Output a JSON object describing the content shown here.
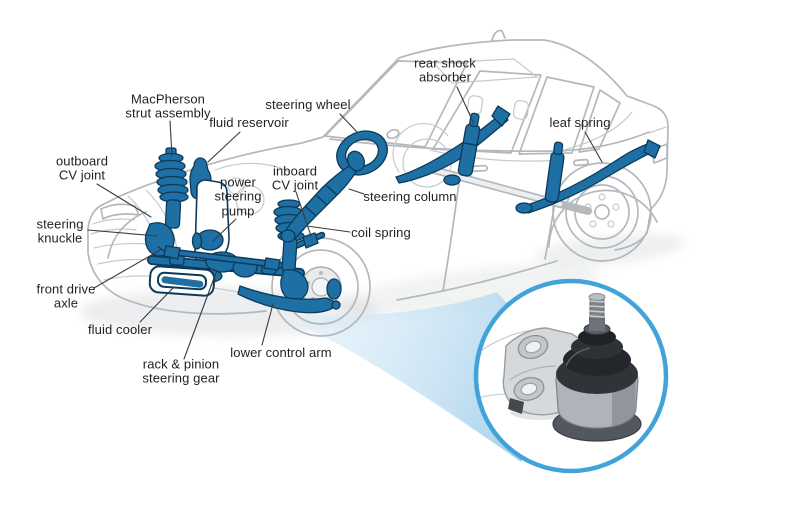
{
  "figure": {
    "illustration": "sedan-cutaway-with-steering-and-suspension-highlighted",
    "inset_illustration": "ball-joint-closeup"
  },
  "labels": {
    "macpherson": {
      "text": "MacPherson\nstrut assembly"
    },
    "fluid_reservoir": {
      "text": "fluid reservoir"
    },
    "steering_wheel": {
      "text": "steering wheel"
    },
    "rear_shock": {
      "text": "rear shock\nabsorber"
    },
    "leaf_spring": {
      "text": "leaf spring"
    },
    "outboard_cv": {
      "text": "outboard\nCV joint"
    },
    "power_pump": {
      "text": "power\nsteering\npump"
    },
    "inboard_cv": {
      "text": "inboard\nCV joint"
    },
    "steering_column": {
      "text": "steering column"
    },
    "coil_spring": {
      "text": "coil spring"
    },
    "steering_knuckle": {
      "text": "steering\nknuckle"
    },
    "front_drive_axle": {
      "text": "front drive\naxle"
    },
    "fluid_cooler": {
      "text": "fluid cooler"
    },
    "rack_pinion": {
      "text": "rack & pinion\nsteering gear"
    },
    "lower_control_arm": {
      "text": "lower control arm"
    }
  },
  "colors": {
    "part_blue": "#1d6fa4",
    "part_blue_dark": "#0c3a5a",
    "outline_gray": "#b4b8bc",
    "callout_blue": "#41a3d8",
    "text_color": "#231f20",
    "leader_gray": "#3b3b3b"
  }
}
